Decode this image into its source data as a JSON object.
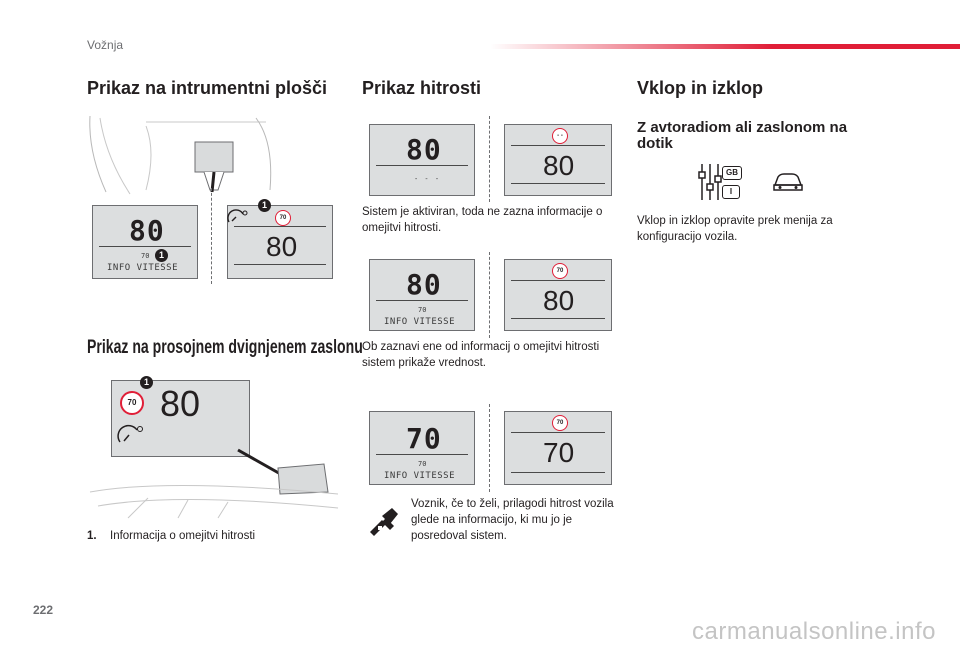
{
  "header": {
    "section": "Vožnja",
    "page_number": "222"
  },
  "col1": {
    "title": "Prikaz na intrumentni plošči",
    "subtitle": "Prikaz na prosojnem dvignjenem zaslonu",
    "display_left": {
      "speed": "80",
      "limit": "70",
      "label": "INFO VITESSE"
    },
    "display_right": {
      "sign": "70",
      "speed": "80"
    },
    "hud": {
      "sign": "70",
      "speed": "80"
    },
    "marker": "1",
    "footnote_num": "1.",
    "footnote_text": "Informacija o omejitvi hitrosti"
  },
  "col2": {
    "title": "Prikaz hitrosti",
    "row1": {
      "left_speed": "80",
      "left_limit": "- - -",
      "right_sign": "- -",
      "right_speed": "80"
    },
    "text1": "Sistem je aktiviran, toda ne zazna informacije o omejitvi hitrosti.",
    "row2": {
      "left_speed": "80",
      "left_limit": "70",
      "left_label": "INFO VITESSE",
      "right_sign": "70",
      "right_speed": "80"
    },
    "text2": "Ob zaznavi ene od informacij o omejitvi hitrosti sistem prikaže vrednost.",
    "row3": {
      "left_speed": "70",
      "left_limit": "70",
      "left_label": "INFO VITESSE",
      "right_sign": "70",
      "right_speed": "70"
    },
    "text3": "Voznik, če to želi, prilagodi hitrost vozila glede na informacijo, ki mu jo je posredoval sistem."
  },
  "col3": {
    "title": "Vklop in izklop",
    "subtitle": "Z avtoradiom ali zaslonom na dotik",
    "badge_gb": "GB",
    "badge_i": "I",
    "text": "Vklop in izklop opravite prek menija za konfiguracijo vozila."
  },
  "watermark": "carmanualsonline.info"
}
